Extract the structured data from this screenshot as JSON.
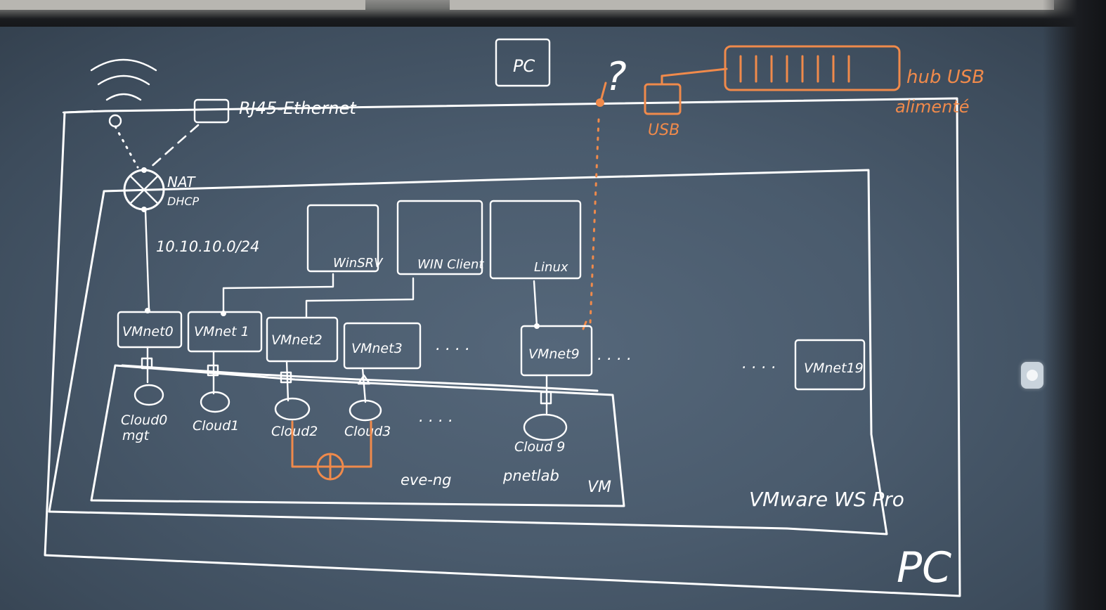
{
  "top_pc_label": "PC",
  "question_mark": "?",
  "rj45_label": "RJ45-Ethernet",
  "nat_label": "NAT",
  "dhcp_label": "DHCP",
  "subnet_label": "10.10.10.0/24",
  "hub_label_line1": "hub USB",
  "hub_label_line2": "alimenté",
  "usb_label": "USB",
  "hosts": [
    "WinSRV",
    "WIN Client",
    "Linux"
  ],
  "vmnets": [
    "VMnet0",
    "VMnet 1",
    "VMnet2",
    "VMnet3",
    "VMnet9",
    "VMnet19"
  ],
  "ellipsis": ". . . .",
  "clouds": [
    "Cloud0",
    "Cloud1",
    "Cloud2",
    "Cloud3",
    "Cloud 9"
  ],
  "cloud0_sub": "mgt",
  "cloud9_sub": "pnetlab",
  "eve_label": "eve-ng",
  "vm_label": "VM",
  "vmware_label": "VMware WS Pro",
  "pc_label": "PC",
  "colors": {
    "chalk": "#ffffff",
    "accent": "#f08a4b",
    "board": "#4a5b6d"
  }
}
